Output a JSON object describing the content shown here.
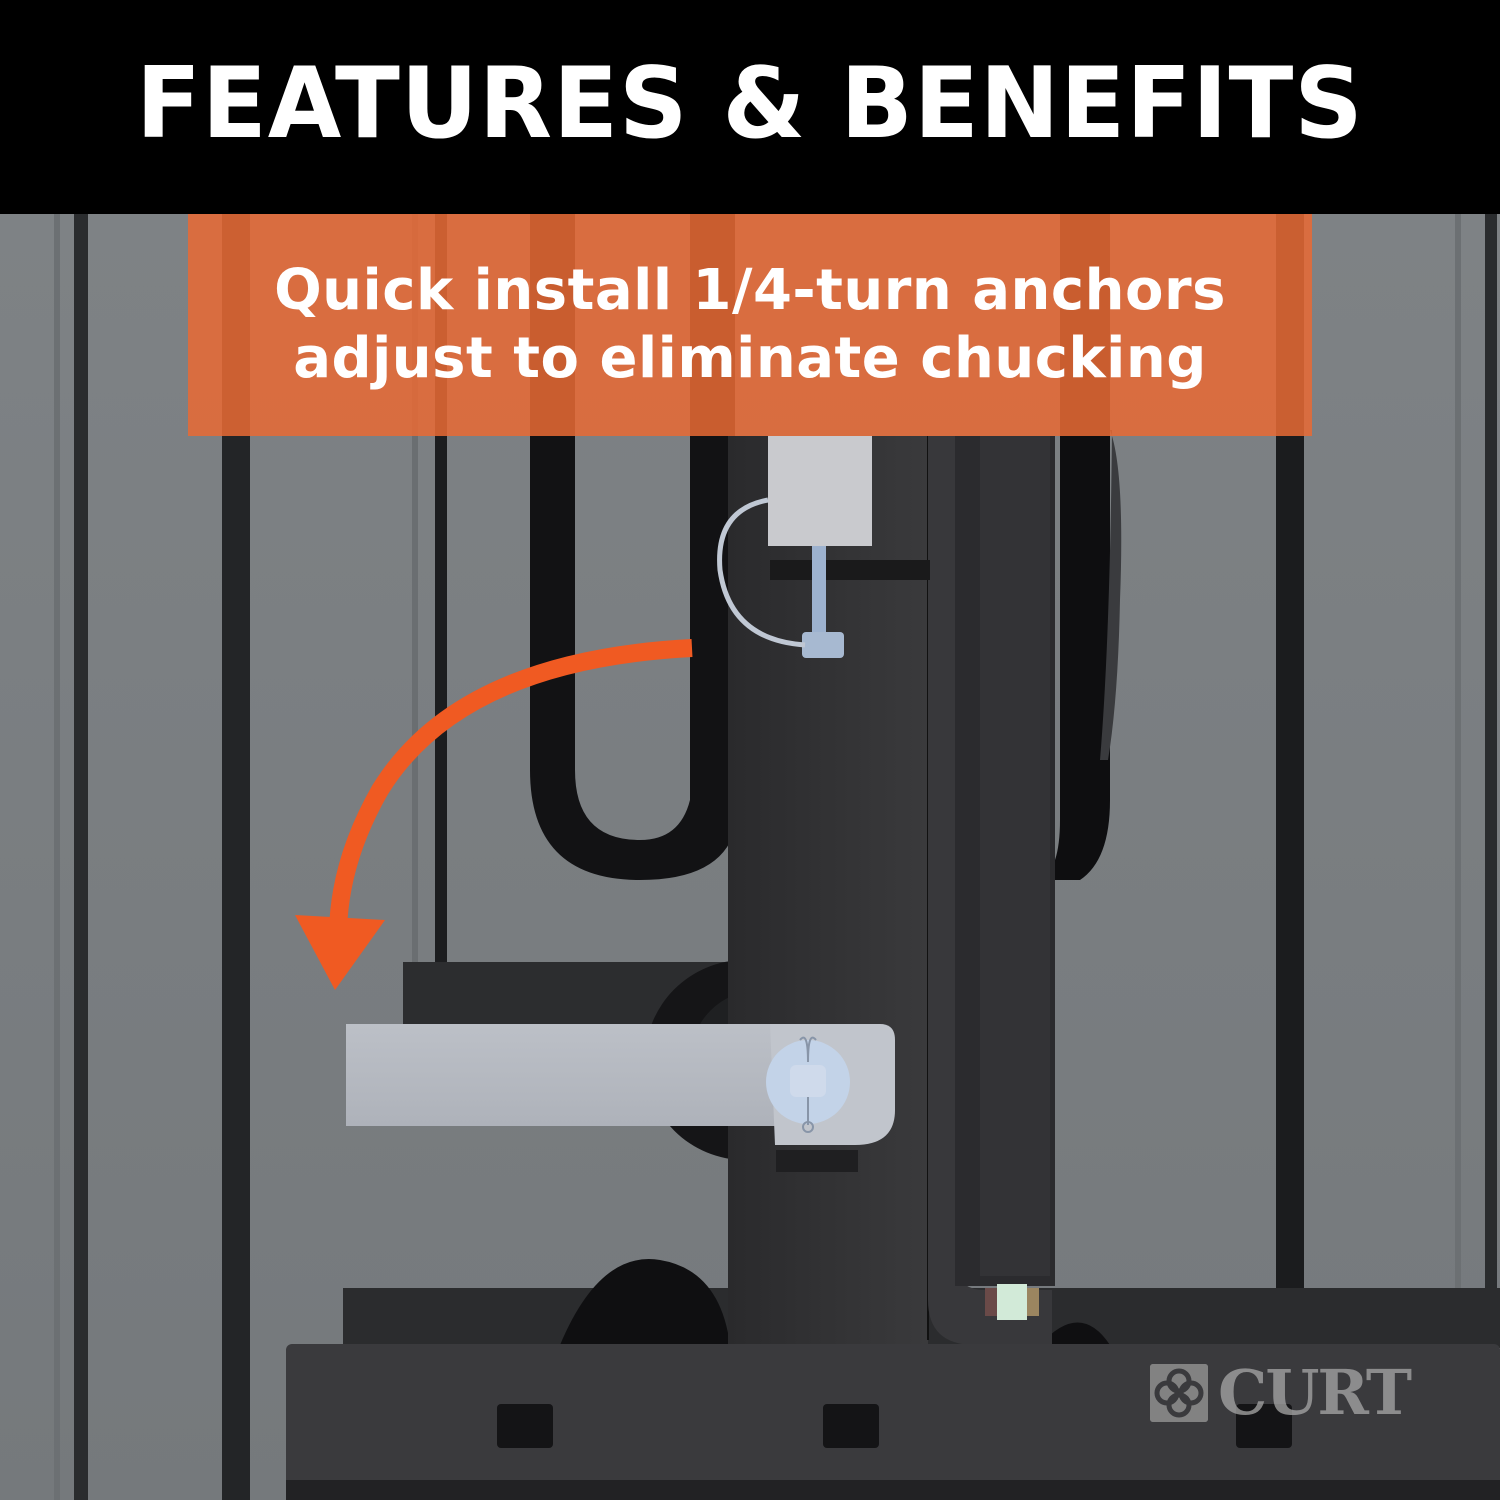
{
  "header": {
    "title": "FEATURES & BENEFITS"
  },
  "callout": {
    "lines": [
      "Quick install 1/4-turn anchors",
      "adjust to eliminate chucking"
    ]
  },
  "brand": {
    "logo_text": "CURT",
    "logo_icon": "curt-clover-logo-icon"
  },
  "colors": {
    "header_bg": "#000000",
    "header_text": "#ffffff",
    "callout_bg": "#e86a34",
    "arrow": "#f05a22",
    "background_gray": "#7b7f82",
    "metal_dark": "#2e2e30",
    "anchor_silver": "#b7bcc4"
  },
  "illustration": {
    "arrow_direction": "counter-clockwise rotation",
    "subject": "1/4-turn anchor on mount bracket"
  }
}
